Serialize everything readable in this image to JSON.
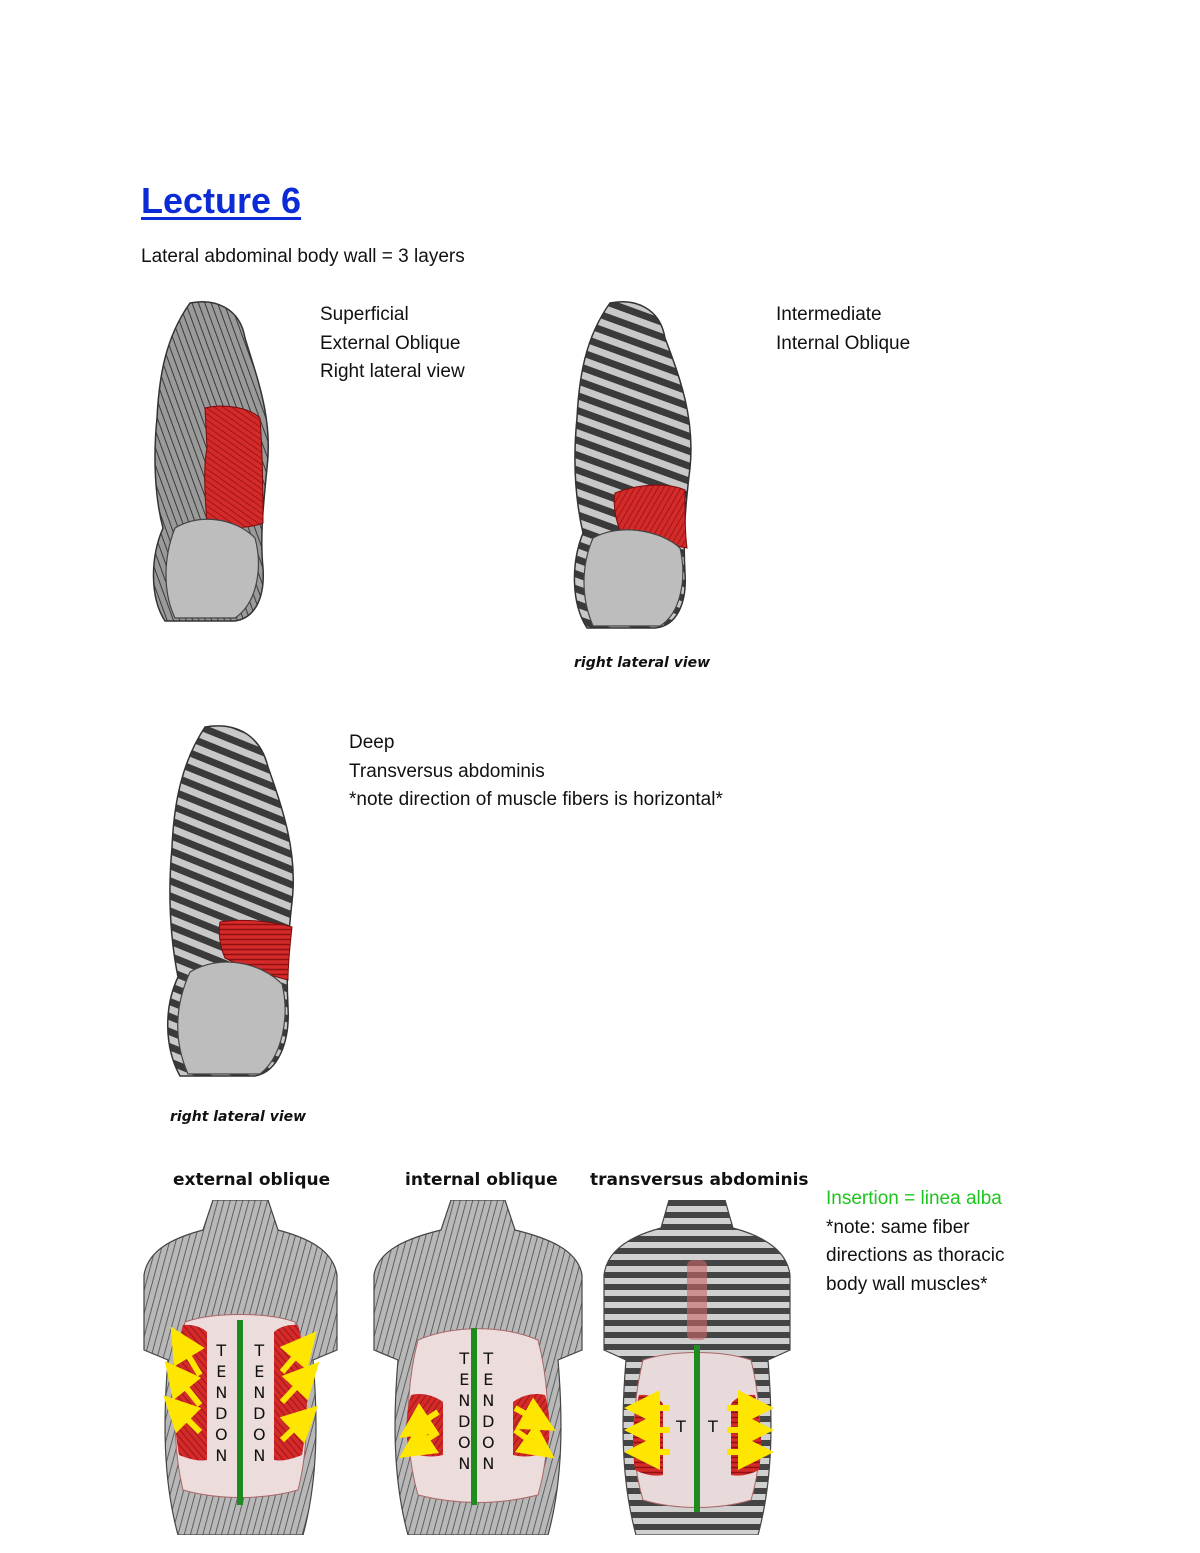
{
  "page": {
    "title": "Lecture 6",
    "intro": "Lateral abdominal body wall = 3 layers"
  },
  "figures": {
    "external": {
      "lines": [
        "Superficial",
        "External Oblique",
        "Right lateral view"
      ]
    },
    "internal": {
      "lines": [
        "Intermediate",
        "Internal Oblique"
      ],
      "caption": "right lateral view"
    },
    "transversus": {
      "lines": [
        "Deep",
        "Transversus abdominis",
        "*note direction of muscle fibers is horizontal*"
      ],
      "caption": "right lateral view"
    }
  },
  "panels": {
    "titles": [
      "external oblique",
      "internal oblique",
      "transversus abdominis"
    ],
    "tendon_letters": [
      "T",
      "E",
      "N",
      "D",
      "O",
      "N"
    ],
    "short_letter": "T"
  },
  "insertion_note": {
    "highlight": "Insertion = linea alba",
    "lines": [
      "*note: same fiber",
      "directions as thoracic",
      "body wall muscles*"
    ]
  },
  "colors": {
    "title_blue": "#0a2bd6",
    "highlight_green": "#1ec51e",
    "muscle_red": "#d42a2a",
    "arrow_yellow": "#ffe600",
    "linea_alba_green": "#1f8a1f"
  }
}
